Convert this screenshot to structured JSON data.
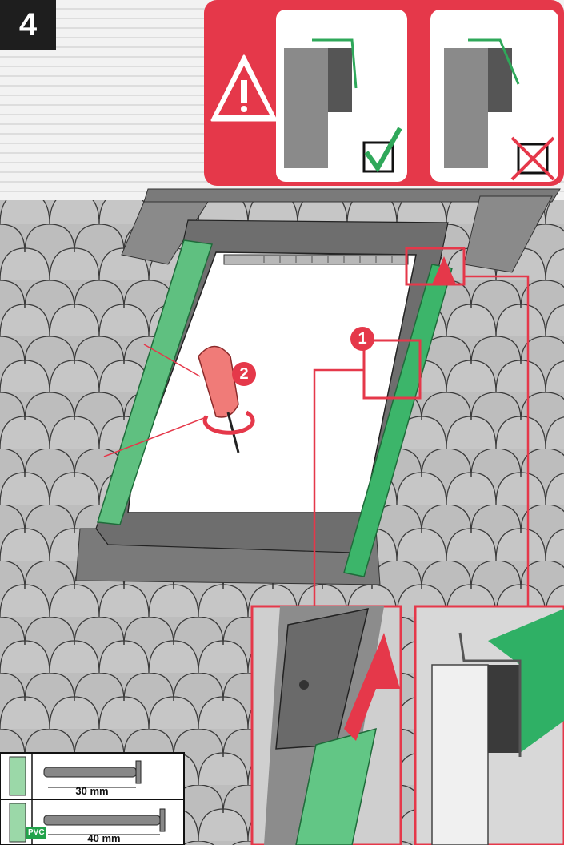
{
  "step": {
    "number": "4"
  },
  "callouts": {
    "first": "1",
    "second": "2"
  },
  "screws": [
    {
      "length": "30 mm"
    },
    {
      "length": "40 mm",
      "material_tag": "PVC"
    }
  ],
  "colors": {
    "accent_red": "#e5384a",
    "flashing_green": "#3cb56a",
    "tile_gray": "#bcbcbc",
    "frame_gray": "#6e6e6e"
  }
}
